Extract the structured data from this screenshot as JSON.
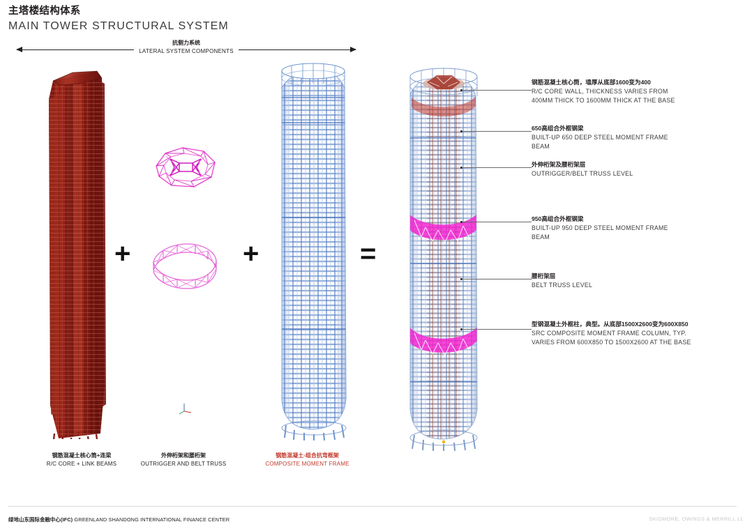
{
  "title": {
    "cn": "主塔楼结构体系",
    "en": "MAIN TOWER STRUCTURAL SYSTEM"
  },
  "lateral_header": {
    "cn": "抗侧力系统",
    "en": "LATERAL SYSTEM COMPONENTS"
  },
  "operators": {
    "plus_1": "+",
    "plus_2": "+",
    "equals": "="
  },
  "diagrams": [
    {
      "id": "rc-core",
      "caption_cn": "钢筋混凝土核心筒+连梁",
      "caption_en": "R/C CORE + LINK BEAMS",
      "color": "#8d1f16",
      "accent": false
    },
    {
      "id": "outrigger-belt-truss",
      "caption_cn": "外伸桁架和腰桁架",
      "caption_en": "OUTRIGGER AND BELT TRUSS",
      "color": "#e040c0",
      "accent": false
    },
    {
      "id": "composite-moment-frame",
      "caption_cn": "钢筋混凝土-组合抗弯框架",
      "caption_en": "COMPOSITE MOMENT FRAME",
      "color": "#7d9fd6",
      "accent": true
    },
    {
      "id": "combined-tower",
      "caption_cn": "",
      "caption_en": "",
      "color": "#8fa8cf",
      "accent": false
    }
  ],
  "annotations": [
    {
      "cn": "钢筋混凝土核心筒，墙厚从底部1600变为400",
      "en": [
        "R/C CORE WALL, THICKNESS VARIES FROM",
        "400MM THICK TO 1600MM THICK AT THE BASE"
      ]
    },
    {
      "cn": "650高组合外框钢梁",
      "en": [
        "BUILT-UP 650 DEEP STEEL MOMENT FRAME",
        "BEAM"
      ]
    },
    {
      "cn": "外伸桁架及腰桁架层",
      "en": [
        "OUTRIGGER/BELT TRUSS LEVEL"
      ]
    },
    {
      "cn": "950高组合外框钢梁",
      "en": [
        "BUILT-UP 950 DEEP STEEL MOMENT FRAME",
        "BEAM"
      ]
    },
    {
      "cn": "腰桁架层",
      "en": [
        "BELT TRUSS LEVEL"
      ]
    },
    {
      "cn": "型钢混凝土外框柱，典型。从底部1500X2600变为600X850",
      "en": [
        "SRC COMPOSITE MOMENT FRAME COLUMN, TYP.",
        "VARIES FROM 600X850 TO 1500X2600 AT THE BASE"
      ]
    }
  ],
  "footer": {
    "project_cn": "绿地山东国际金融中心(IFC)",
    "project_en": "GREENLAND SHANDONG INTERNATIONAL FINANCE CENTER",
    "firm": "SKIDMORE, OWINGS & MERRILL LL"
  },
  "colors": {
    "core_red": "#8d1f16",
    "truss_magenta": "#e83fd0",
    "frame_blue": "#7d9fd6",
    "accent_red": "#c0392b",
    "text_dark": "#231f20"
  }
}
